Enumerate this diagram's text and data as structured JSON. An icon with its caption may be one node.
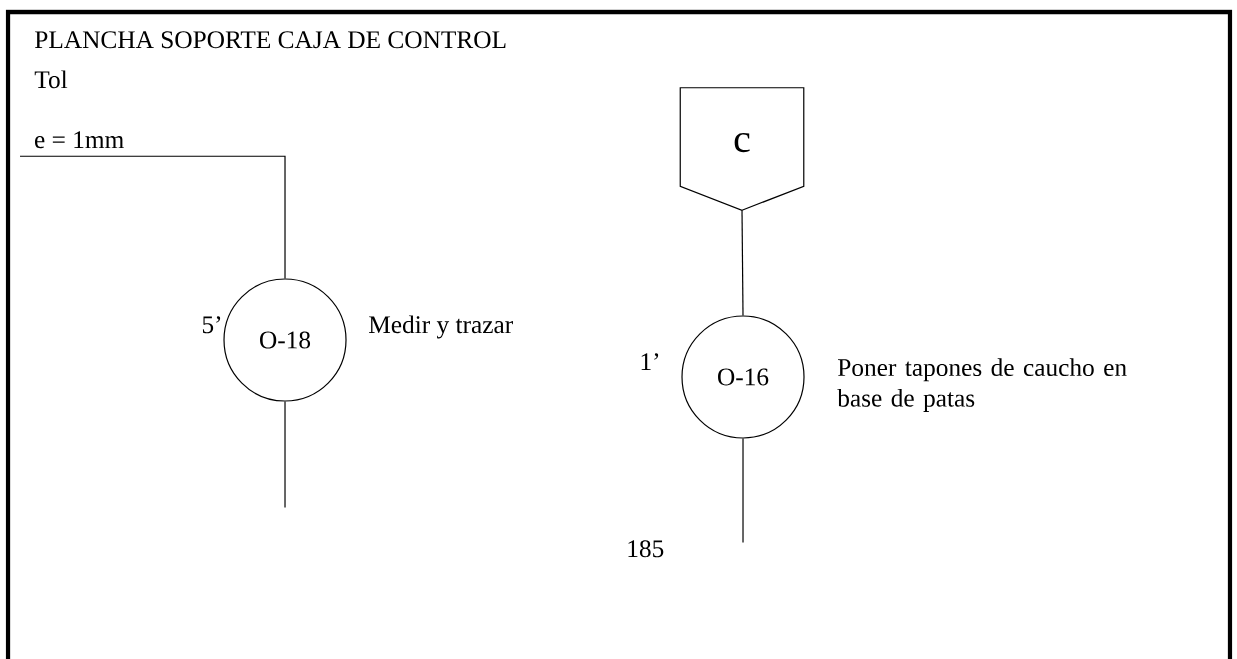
{
  "diagram": {
    "title": "PLANCHA SOPORTE CAJA DE CONTROL",
    "nodes": [
      {
        "text": [
          "e = 1mm"
        ]
      },
      {
        "text": [
          "O-18"
        ],
        "beside": [
          "5’",
          "Medir y trazar"
        ]
      },
      {
        "text": [
          "c"
        ]
      },
      {
        "text": [
          "O-16"
        ],
        "beside": [
          "1’",
          "Poner tapones de caucho en base de patas"
        ]
      }
    ],
    "edges": [
      {
        "from": 0,
        "to": 1,
        "arrow": "none"
      },
      {
        "from": 1,
        "to": null,
        "arrow": "none"
      },
      {
        "from": 2,
        "to": 3,
        "arrow": "none"
      },
      {
        "from": 3,
        "to": null,
        "arrow": "none"
      }
    ],
    "labels": [
      "Tol",
      "185"
    ]
  }
}
